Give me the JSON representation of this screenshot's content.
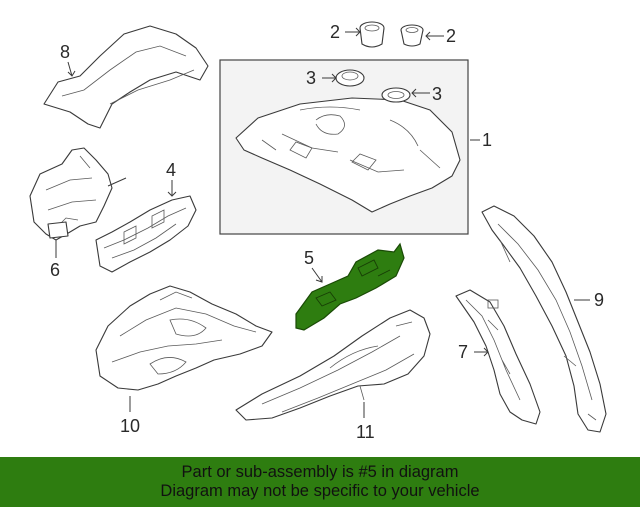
{
  "callouts": {
    "c1": "1",
    "c2a": "2",
    "c2b": "2",
    "c3a": "3",
    "c3b": "3",
    "c4": "4",
    "c5": "5",
    "c6": "6",
    "c7": "7",
    "c8": "8",
    "c9": "9",
    "c10": "10",
    "c11": "11"
  },
  "highlight_color": "#2e7d10",
  "banner": {
    "line1": "Part or sub-assembly is #5 in diagram",
    "line2": "Diagram may not be specific to your vehicle"
  }
}
